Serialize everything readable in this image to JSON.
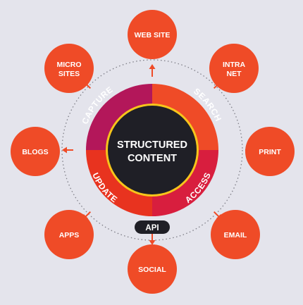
{
  "colors": {
    "background": "#e4e4ec",
    "node": "#ef4b27",
    "arrow": "#ef4b27",
    "ring_capture": "#b3175a",
    "ring_search": "#ef4b27",
    "ring_update": "#e8331f",
    "ring_access": "#d81e3e",
    "core": "#1f1f26",
    "core_outline": "#f6c51b",
    "text_light": "#ffffff"
  },
  "center": {
    "line1": "STRUCTURED",
    "line2": "CONTENT"
  },
  "segments": {
    "capture": "CAPTURE",
    "search": "SEARCH",
    "update": "UPDATE",
    "access": "ACCESS"
  },
  "api_label": "API",
  "nodes": {
    "website": {
      "line1": "WEB SITE"
    },
    "intranet": {
      "line1": "INTRA",
      "line2": "NET"
    },
    "print": {
      "line1": "PRINT"
    },
    "email": {
      "line1": "EMAIL"
    },
    "social": {
      "line1": "SOCIAL"
    },
    "apps": {
      "line1": "APPS"
    },
    "blogs": {
      "line1": "BLOGS"
    },
    "microsites": {
      "line1": "MICRO",
      "line2": "SITES"
    }
  }
}
